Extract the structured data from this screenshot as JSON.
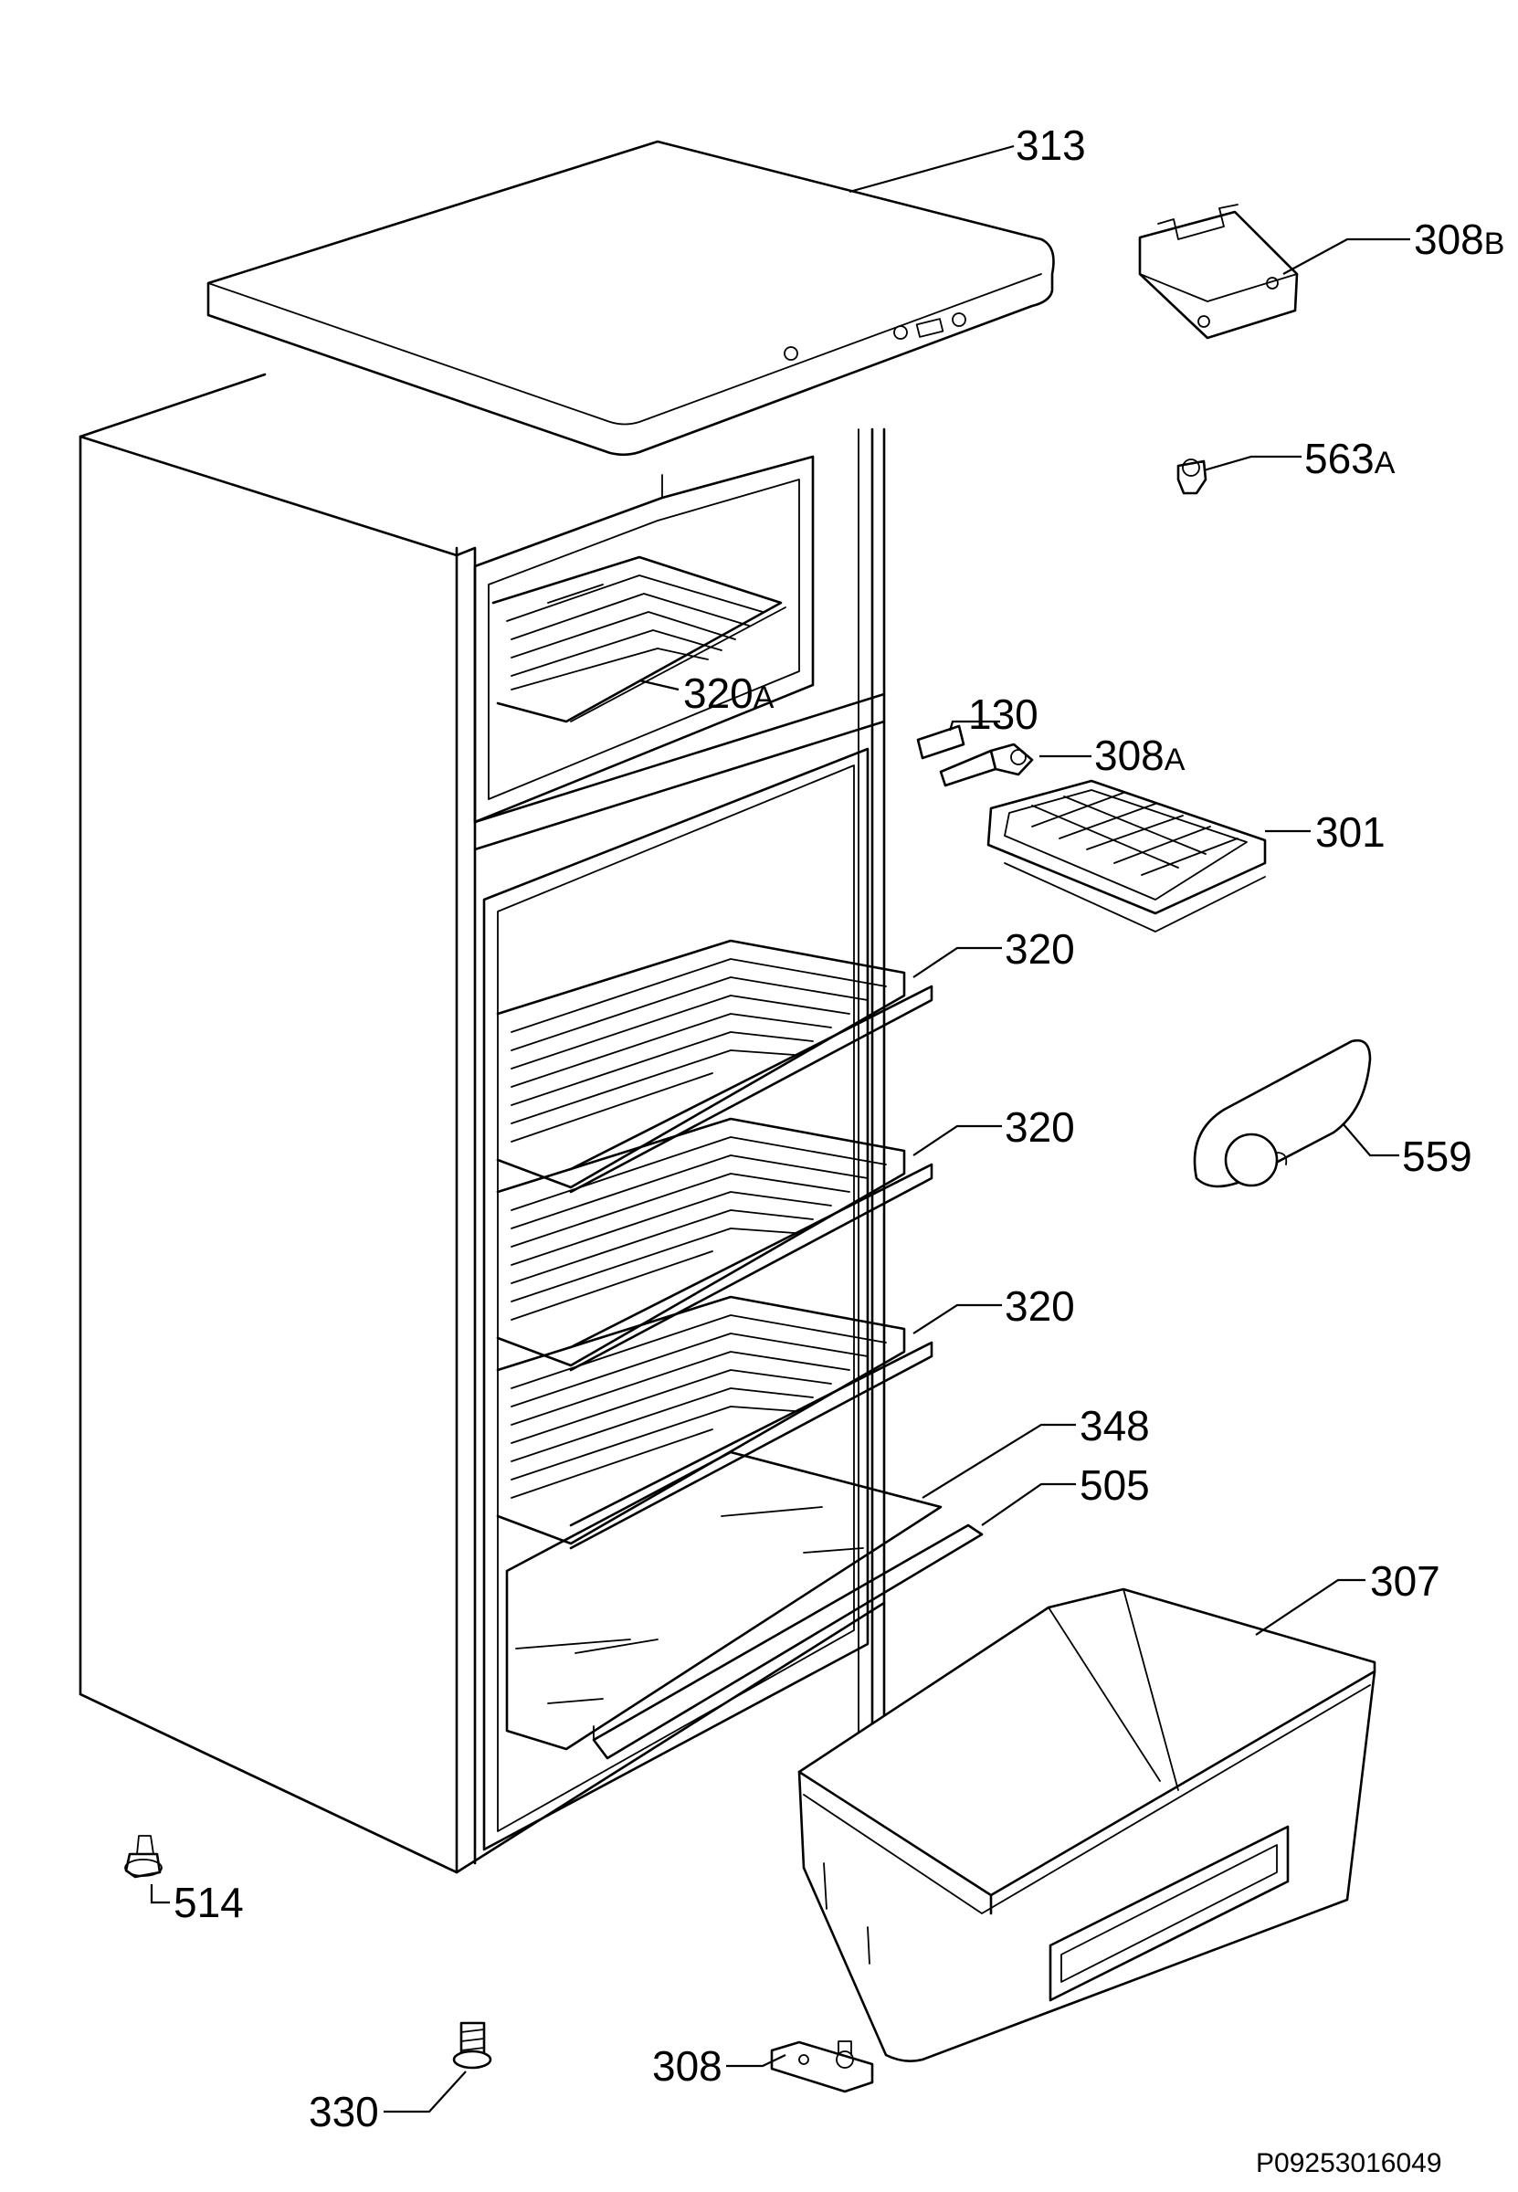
{
  "labels": [
    {
      "id": "p313",
      "text": "313"
    },
    {
      "id": "p308b",
      "text": "308",
      "suffix": "B"
    },
    {
      "id": "p563a",
      "text": "563",
      "suffix": "A"
    },
    {
      "id": "p320a",
      "text": "320",
      "suffix": "A"
    },
    {
      "id": "p130",
      "text": "130"
    },
    {
      "id": "p308a",
      "text": "308",
      "suffix": "A"
    },
    {
      "id": "p301",
      "text": "301"
    },
    {
      "id": "p320-1",
      "text": "320"
    },
    {
      "id": "p559",
      "text": "559"
    },
    {
      "id": "p320-2",
      "text": "320"
    },
    {
      "id": "p320-3",
      "text": "320"
    },
    {
      "id": "p348",
      "text": "348"
    },
    {
      "id": "p505",
      "text": "505"
    },
    {
      "id": "p307",
      "text": "307"
    },
    {
      "id": "p514",
      "text": "514"
    },
    {
      "id": "p308",
      "text": "308"
    },
    {
      "id": "p330",
      "text": "330"
    }
  ],
  "drawing_code": "P09253016049"
}
